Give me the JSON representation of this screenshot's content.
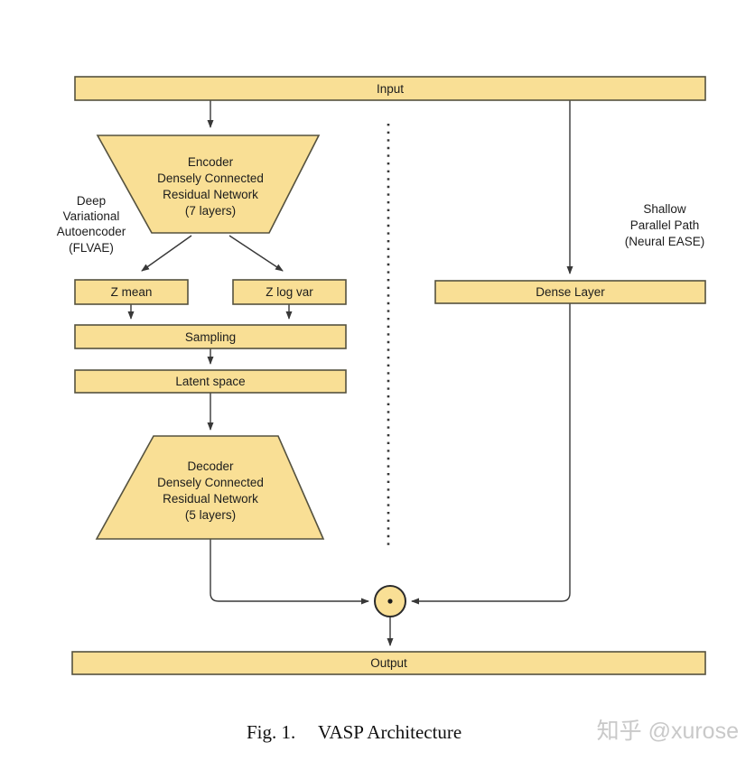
{
  "caption": {
    "fig_label": "Fig. 1.",
    "title": "VASP Architecture"
  },
  "watermark": "知乎 @xurose",
  "diagram": {
    "colors": {
      "node_fill": "#f9df95",
      "node_stroke": "#55523f",
      "line": "#383838",
      "text": "#1c1c1c",
      "watermark": "#c9c9c9",
      "background": "#ffffff"
    },
    "nodes": {
      "input": {
        "label": "Input"
      },
      "encoder": {
        "lines": [
          "Encoder",
          "Densely Connected",
          "Residual Network",
          "(7 layers)"
        ]
      },
      "z_mean": {
        "label": "Z mean"
      },
      "z_log_var": {
        "label": "Z log var"
      },
      "sampling": {
        "label": "Sampling"
      },
      "latent_space": {
        "label": "Latent space"
      },
      "decoder": {
        "lines": [
          "Decoder",
          "Densely Connected",
          "Residual Network",
          "(5 layers)"
        ]
      },
      "dense_layer": {
        "label": "Dense Layer"
      },
      "multiply": {
        "icon": "dot-in-circle"
      },
      "output": {
        "label": "Output"
      }
    },
    "annotations": {
      "left_path": {
        "lines": [
          "Deep",
          "Variational",
          "Autoencoder",
          "(FLVAE)"
        ]
      },
      "right_path": {
        "lines": [
          "Shallow",
          "Parallel Path",
          "(Neural EASE)"
        ]
      }
    }
  }
}
